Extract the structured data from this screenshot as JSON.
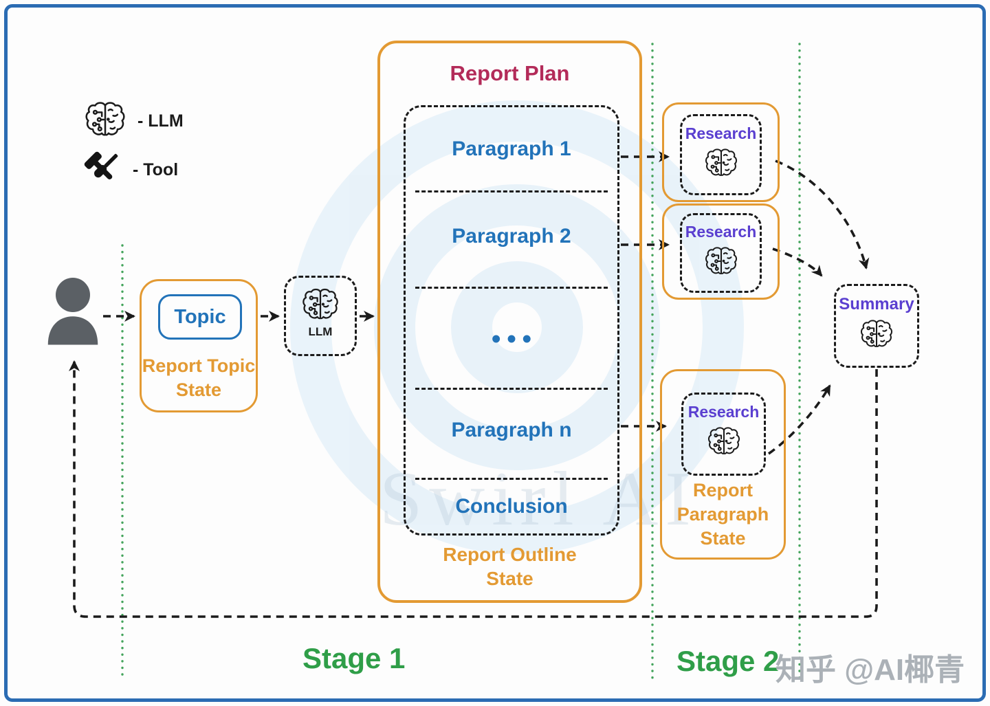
{
  "legend": {
    "llm": "- LLM",
    "tool": "- Tool"
  },
  "topic_state": {
    "topic": "Topic",
    "state_lines": [
      "Report Topic",
      "State"
    ]
  },
  "llm_box": {
    "label": "LLM"
  },
  "report_plan": {
    "title": "Report Plan",
    "items": [
      "Paragraph 1",
      "Paragraph 2",
      "•••",
      "Paragraph n",
      "Conclusion"
    ],
    "state_lines": [
      "Report Outline",
      "State"
    ]
  },
  "research": {
    "labels": [
      "Research",
      "Research",
      "Research"
    ],
    "state_lines": [
      "Report",
      "Paragraph",
      "State"
    ]
  },
  "summary": {
    "label": "Summary"
  },
  "stages": {
    "stage1": "Stage 1",
    "stage2": "Stage 2"
  },
  "watermarks": {
    "swirl_text": "Swirl AI",
    "brand": "知乎 @AI椰青"
  },
  "colors": {
    "accent_orange": "#E39A33",
    "accent_blue": "#2273B9",
    "title_crimson": "#B32B59",
    "agent_purple": "#5A3FD0",
    "stage_green": "#2F9E48",
    "frame_blue": "#2b6cb3",
    "ink": "#1b1b1b"
  }
}
